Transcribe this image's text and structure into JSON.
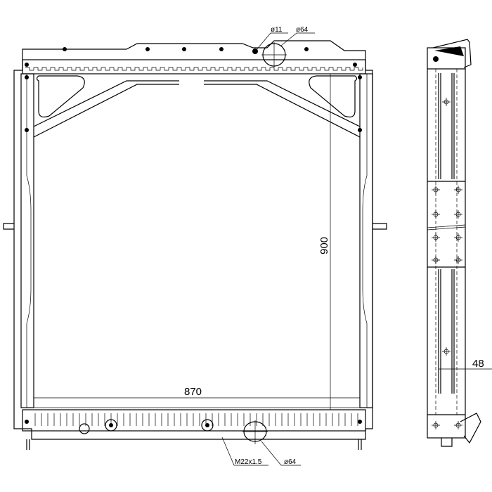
{
  "drawing": {
    "front_view": {
      "dimensions": {
        "height": "900",
        "width": "870"
      },
      "callouts": {
        "top_small_hole": "ø11",
        "top_inlet": "ø64",
        "drain_thread": "M22x1.5",
        "bottom_outlet": "ø64"
      }
    },
    "side_view": {
      "dimensions": {
        "depth": "48"
      }
    }
  }
}
